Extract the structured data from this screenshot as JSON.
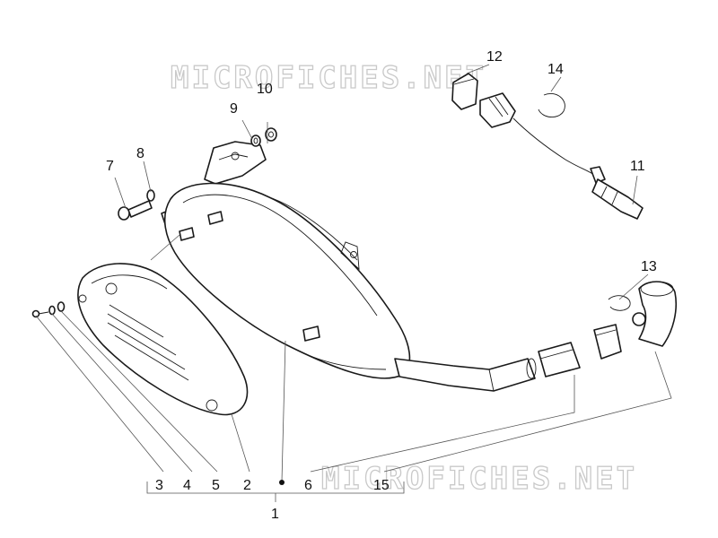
{
  "watermark": {
    "text": "MICROFICHES.NET"
  },
  "callouts": [
    {
      "id": "1",
      "label": "1"
    },
    {
      "id": "2",
      "label": "2"
    },
    {
      "id": "3",
      "label": "3"
    },
    {
      "id": "4",
      "label": "4"
    },
    {
      "id": "5",
      "label": "5"
    },
    {
      "id": "6",
      "label": "6"
    },
    {
      "id": "7",
      "label": "7"
    },
    {
      "id": "8",
      "label": "8"
    },
    {
      "id": "9",
      "label": "9"
    },
    {
      "id": "10",
      "label": "10"
    },
    {
      "id": "11",
      "label": "11"
    },
    {
      "id": "12",
      "label": "12"
    },
    {
      "id": "13",
      "label": "13"
    },
    {
      "id": "14",
      "label": "14"
    },
    {
      "id": "15",
      "label": "15"
    }
  ],
  "icons": {
    "muffler": "exhaust-muffler-icon",
    "heat_shield": "heat-shield-icon",
    "lambda_sensor": "lambda-sensor-icon",
    "gasket": "gasket-icon"
  },
  "colors": {
    "line": "#1a1a1a",
    "watermark": "#c9c9c9",
    "background": "#ffffff"
  }
}
